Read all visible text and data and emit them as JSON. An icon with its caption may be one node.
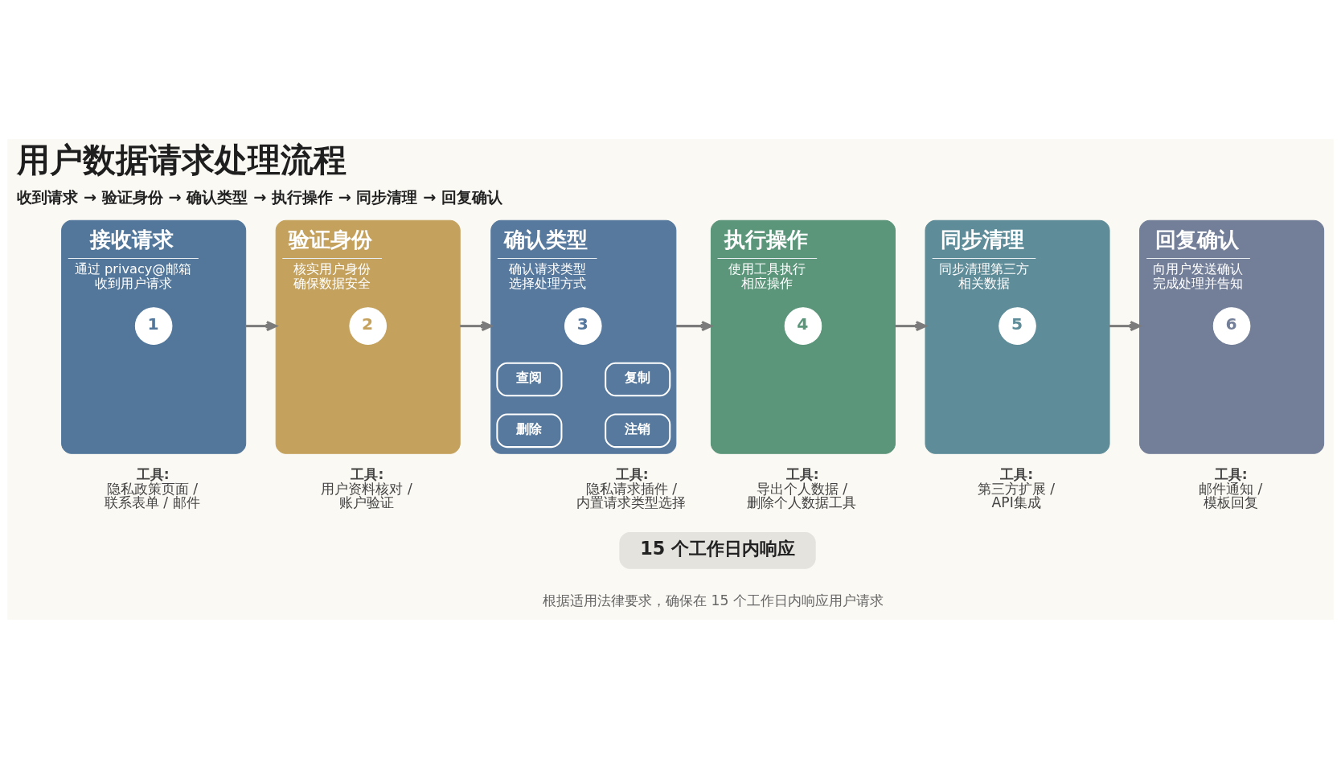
{
  "diagram": {
    "title": "用户数据请求处理流程",
    "caption": "根据适用法律要求，确保在 15 个工作日内响应用户请求",
    "nodes": [
      {
        "text": [
          "接收请求",
          "通过 privacy@邮箱收到用户请求"
        ],
        "beside": [
          "工具:",
          "隐私政策页面 / 联系表单 / 邮件"
        ]
      },
      {
        "text": [
          "1"
        ],
        "in": 0
      },
      {
        "text": [
          "验证身份",
          "核实用户身份确保数据安全"
        ],
        "beside": [
          "工具:",
          "用户资料核对 / 账户验证"
        ]
      },
      {
        "text": [
          "2"
        ],
        "in": 2
      },
      {
        "text": [
          "确认类型",
          "确认请求类型选择处理方式"
        ],
        "beside": [
          "工具:",
          "隐私请求插件 / 内置请求类型选择"
        ]
      },
      {
        "text": [
          "3"
        ],
        "in": 4
      },
      {
        "text": [
          "查阅"
        ],
        "in": 4
      },
      {
        "text": [
          "复制"
        ],
        "in": 4
      },
      {
        "text": [
          "删除"
        ],
        "in": 4
      },
      {
        "text": [
          "注销"
        ],
        "in": 4
      },
      {
        "text": [
          "执行操作",
          "使用工具执行相应操作"
        ],
        "beside": [
          "工具:",
          "导出个人数据 / 删除个人数据工具"
        ]
      },
      {
        "text": [
          "4"
        ],
        "in": 10
      },
      {
        "text": [
          "同步清理",
          "同步清理第三方相关数据"
        ],
        "beside": [
          "工具:",
          "第三方扩展 / API集成"
        ]
      },
      {
        "text": [
          "5"
        ],
        "in": 12
      },
      {
        "text": [
          "回复确认",
          "向用户发送确认完成处理并告知"
        ],
        "beside": [
          "工具:",
          "邮件通知 / 模板回复"
        ]
      },
      {
        "text": [
          "6"
        ],
        "in": 14
      },
      {
        "text": [
          "15 个工作日内响应"
        ]
      }
    ],
    "edges": [
      {
        "from": 0,
        "to": 2,
        "arrow": "to"
      },
      {
        "from": 2,
        "to": 4,
        "arrow": "to"
      },
      {
        "from": 4,
        "to": 10,
        "arrow": "to"
      },
      {
        "from": 10,
        "to": 12,
        "arrow": "to"
      },
      {
        "from": 12,
        "to": 14,
        "arrow": "to"
      }
    ],
    "labels": [
      "收到请求 → 验证身份 → 确认类型 → 执行操作 → 同步清理 → 回复确认"
    ]
  }
}
